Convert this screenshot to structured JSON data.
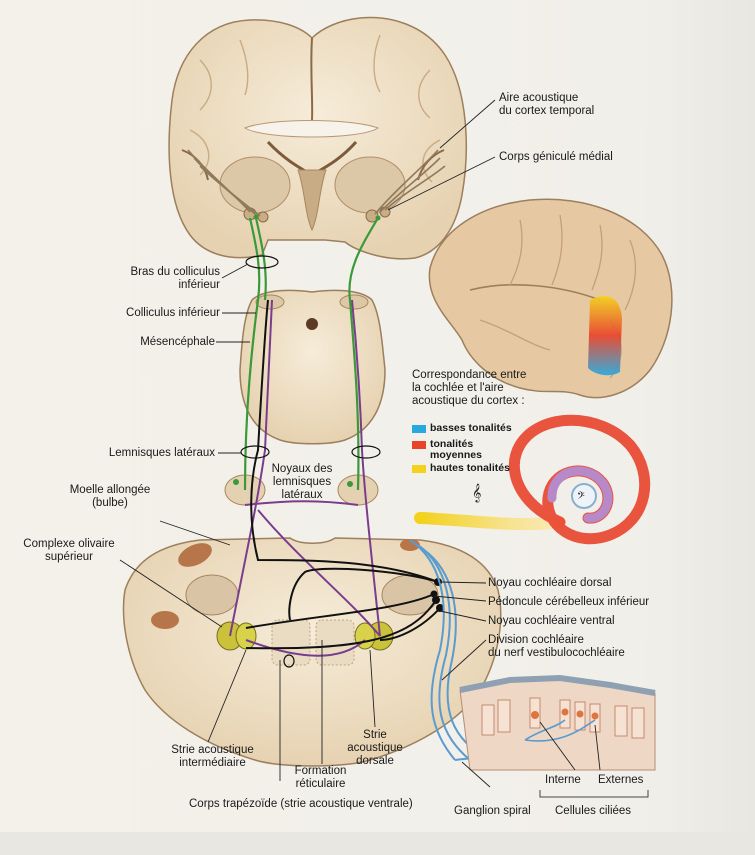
{
  "labels": {
    "aire_acoustique": "Aire acoustique\ndu cortex temporal",
    "corps_genicule": "Corps géniculé médial",
    "bras_colliculus": "Bras du colliculus\ninférieur",
    "colliculus_inferieur": "Colliculus inférieur",
    "mesencephale": "Mésencéphale",
    "lemnisques_lateraux": "Lemnisques latéraux",
    "noyaux_lemnisques": "Noyaux des\nlemnisques\nlatéraux",
    "moelle_allongee": "Moelle allongée\n(bulbe)",
    "complexe_olivaire": "Complexe olivaire\nsupérieur",
    "noyau_dorsal": "Noyau cochléaire dorsal",
    "pedoncule": "Pédoncule cérébelleux inférieur",
    "noyau_ventral": "Noyau cochléaire ventral",
    "division_cochleaire": "Division cochléaire\ndu nerf vestibulocochléaire",
    "strie_intermediaire": "Strie acoustique\nintermédiaire",
    "formation_reticulaire": "Formation\nréticulaire",
    "strie_dorsale": "Strie\nacoustique\ndorsale",
    "corps_trapezoide": "Corps trapézoïde (strie acoustique ventrale)",
    "ganglion_spiral": "Ganglion spiral",
    "cellules_ciliees": "Cellules ciliées",
    "interne": "Interne",
    "externes": "Externes"
  },
  "legend": {
    "title": "Correspondance entre\nla cochlée et l'aire\nacoustique du cortex :",
    "items": [
      {
        "label": "basses tonalités",
        "color": "#29a8df"
      },
      {
        "label": "tonalités\nmoyennes",
        "color": "#e8432b"
      },
      {
        "label": "hautes tonalités",
        "color": "#f3d11c"
      }
    ]
  },
  "colors": {
    "pathway_green": "#3a9a3a",
    "pathway_purple": "#7a3d8e",
    "pathway_black": "#111111",
    "nerve_blue": "#5a9bd0",
    "brain_tissue": "#efe3cf",
    "grey_matter": "#d9c5a6"
  }
}
